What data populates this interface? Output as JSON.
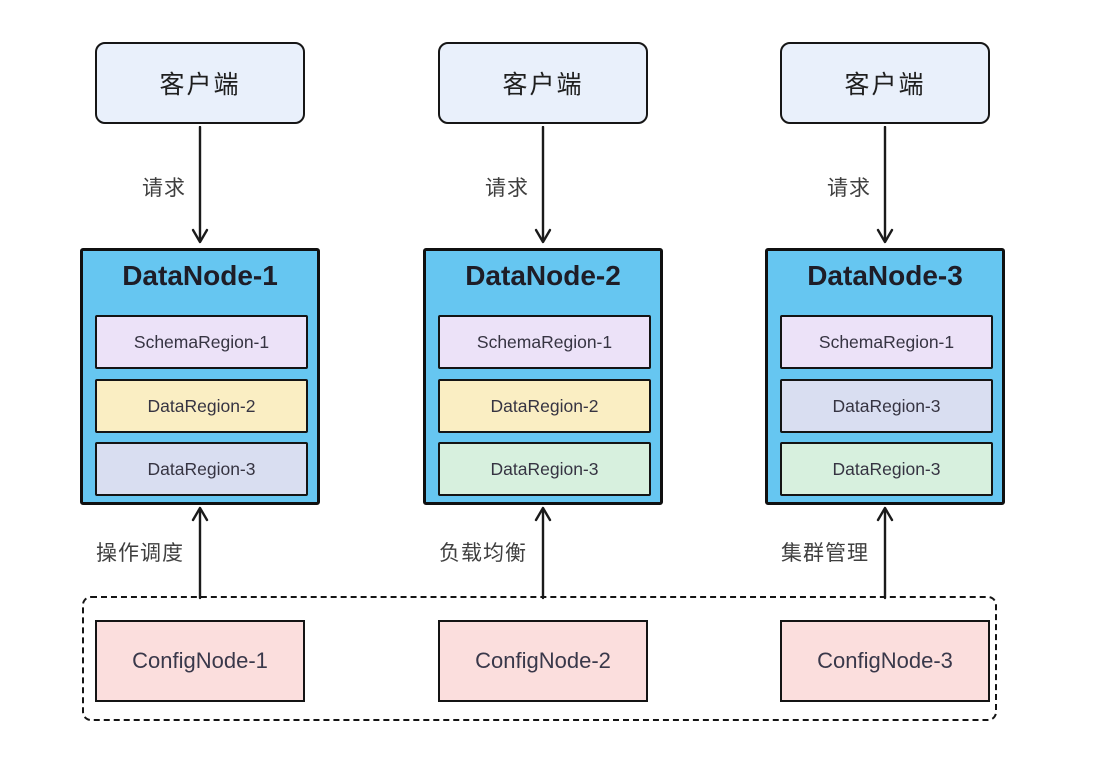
{
  "colors": {
    "background": "#ffffff",
    "client_fill": "#e9f0fb",
    "datanode_fill": "#66c6f1",
    "confignode_fill": "#fbdedd",
    "region_purple": "#ece2f8",
    "region_yellow": "#faeec3",
    "region_lavender": "#d9def1",
    "region_green": "#d7f0de",
    "line": "#1a1a1a"
  },
  "columns": [
    {
      "client_label": "客户端",
      "request_label": "请求",
      "datanode": {
        "title": "DataNode-1",
        "regions": [
          {
            "label": "SchemaRegion-1",
            "fill": "#ece2f8"
          },
          {
            "label": "DataRegion-2",
            "fill": "#faeec3"
          },
          {
            "label": "DataRegion-3",
            "fill": "#d9def1"
          }
        ]
      },
      "config_link_label": "操作调度",
      "confignode_label": "ConfigNode-1"
    },
    {
      "client_label": "客户端",
      "request_label": "请求",
      "datanode": {
        "title": "DataNode-2",
        "regions": [
          {
            "label": "SchemaRegion-1",
            "fill": "#ece2f8"
          },
          {
            "label": "DataRegion-2",
            "fill": "#faeec3"
          },
          {
            "label": "DataRegion-3",
            "fill": "#d7f0de"
          }
        ]
      },
      "config_link_label": "负载均衡",
      "confignode_label": "ConfigNode-2"
    },
    {
      "client_label": "客户端",
      "request_label": "请求",
      "datanode": {
        "title": "DataNode-3",
        "regions": [
          {
            "label": "SchemaRegion-1",
            "fill": "#ece2f8"
          },
          {
            "label": "DataRegion-3",
            "fill": "#d9def1"
          },
          {
            "label": "DataRegion-3",
            "fill": "#d7f0de"
          }
        ]
      },
      "config_link_label": "集群管理",
      "confignode_label": "ConfigNode-3"
    }
  ]
}
